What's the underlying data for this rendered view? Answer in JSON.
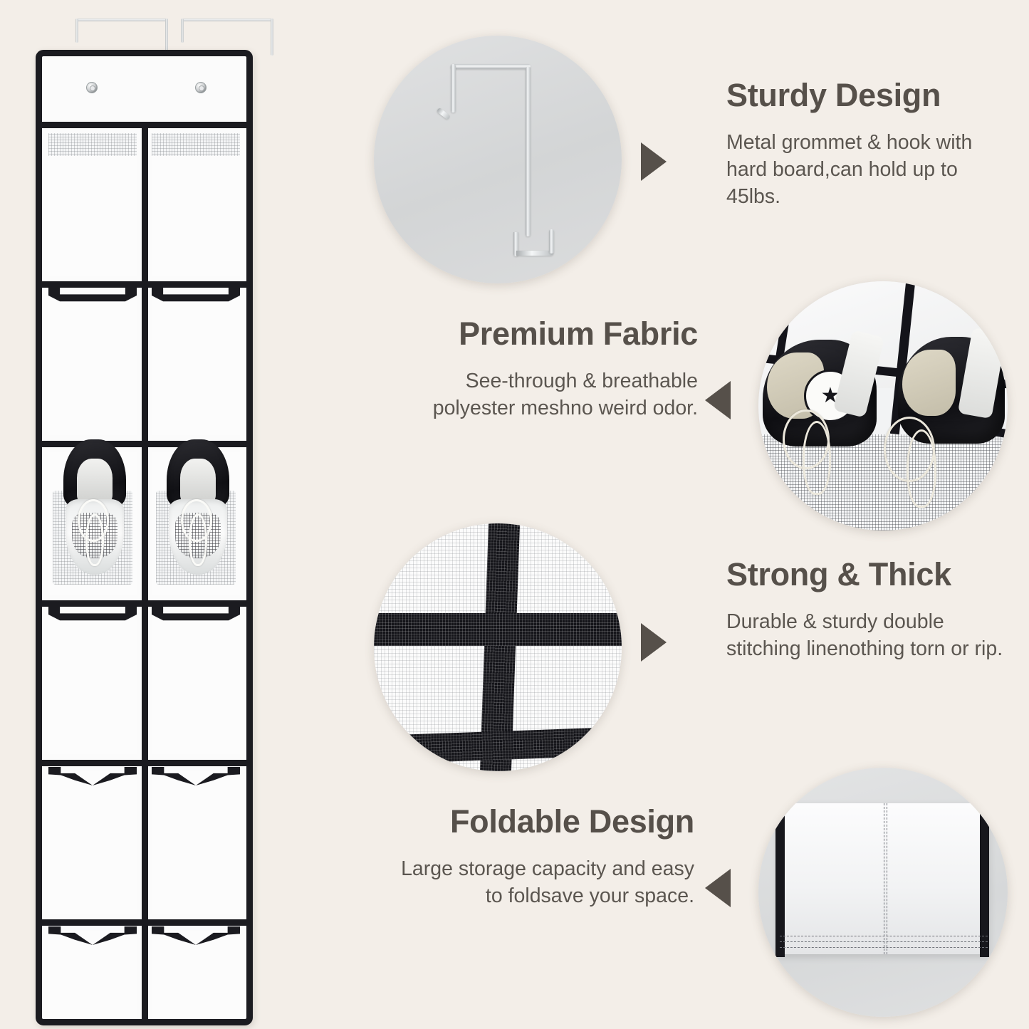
{
  "page": {
    "background_color": "#f3eee8",
    "heading_color": "#56504a",
    "body_text_color": "#5b5650",
    "arrow_color": "#56504a"
  },
  "product_image": {
    "alt_name": "over-the-door-shoe-organizer",
    "hook_count": 2,
    "grommet_count": 2,
    "pocket_columns": 2,
    "pocket_rows": 6,
    "binding_color": "#1b1b20",
    "fabric_color": "#fbfbfb",
    "shoes_shown": 2
  },
  "features": [
    {
      "id": "sturdy-design",
      "heading": "Sturdy Design",
      "body": "Metal grommet & hook with hard board,can hold up to 45lbs.",
      "text_align": "left",
      "arrow_direction": "right",
      "image_name": "metal-hook-closeup",
      "image_side": "left",
      "circle_background": "#d9dadb"
    },
    {
      "id": "premium-fabric",
      "heading": "Premium Fabric",
      "body": "See-through & breathable polyester meshno weird odor.",
      "text_align": "right",
      "arrow_direction": "left",
      "image_name": "sneakers-in-mesh-pockets-closeup",
      "image_side": "right",
      "circle_background": "#f2f3f4"
    },
    {
      "id": "strong-and-thick",
      "heading": "Strong & Thick",
      "body": "Durable & sturdy double stitching linenothing torn or rip.",
      "text_align": "left",
      "arrow_direction": "right",
      "image_name": "double-stitching-binding-closeup",
      "image_side": "left",
      "circle_background": "#fdfdfd"
    },
    {
      "id": "foldable-design",
      "heading": "Foldable Design",
      "body": "Large storage capacity and easy to foldsave your space.",
      "text_align": "right",
      "arrow_direction": "left",
      "image_name": "folded-organizer-closeup",
      "image_side": "right",
      "circle_background": "#dcdddf"
    }
  ]
}
